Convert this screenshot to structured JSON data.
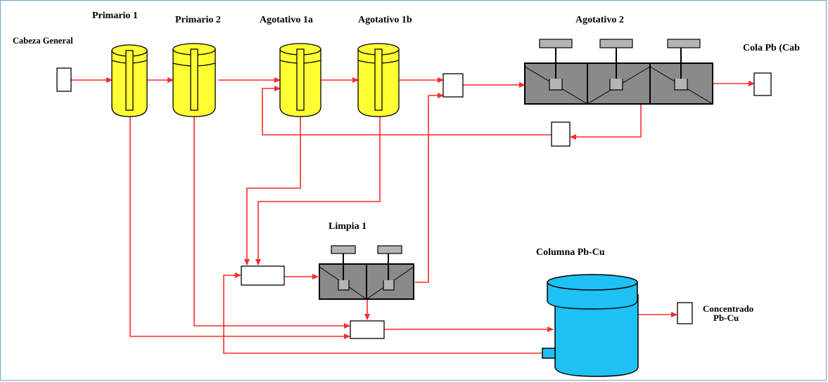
{
  "labels": {
    "feed": "Cabeza General",
    "primary_1": "Primario 1",
    "primary_2": "Primario 2",
    "scavenger_1a": "Agotativo 1a",
    "scavenger_1b": "Agotativo 1b",
    "scavenger_2": "Agotativo 2",
    "tail": "Cola Pb (Cab",
    "cleaner_1": "Limpia 1",
    "column": "Columna Pb-Cu",
    "concentrate_line1": "Concentrado",
    "concentrate_line2": "Pb-Cu"
  },
  "colors": {
    "flow_line": "#ff2a2a",
    "rougher_tank": "#ffff33",
    "cell_bank": "#8a8a8a",
    "motor": "#b4b4b4",
    "column": "#1fc0f2",
    "outline": "#000000",
    "frame": "#6e9fd0"
  }
}
